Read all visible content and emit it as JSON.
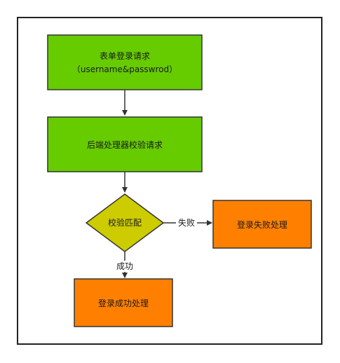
{
  "colors": {
    "frame": "#222222",
    "process_fill": "#66cc00",
    "decision_fill": "#cccc00",
    "outcome_fill": "#ff8000",
    "stroke": "#333333",
    "arrow": "#333333"
  },
  "nodes": {
    "request": {
      "line1": "表单登录请求",
      "line2": "（username&passwrod）"
    },
    "validate": {
      "label": "后端处理器校验请求"
    },
    "decision": {
      "label": "校验匹配"
    },
    "fail": {
      "label": "登录失败处理"
    },
    "success": {
      "label": "登录成功处理"
    }
  },
  "edges": {
    "fail_label": "失败",
    "success_label": "成功"
  }
}
